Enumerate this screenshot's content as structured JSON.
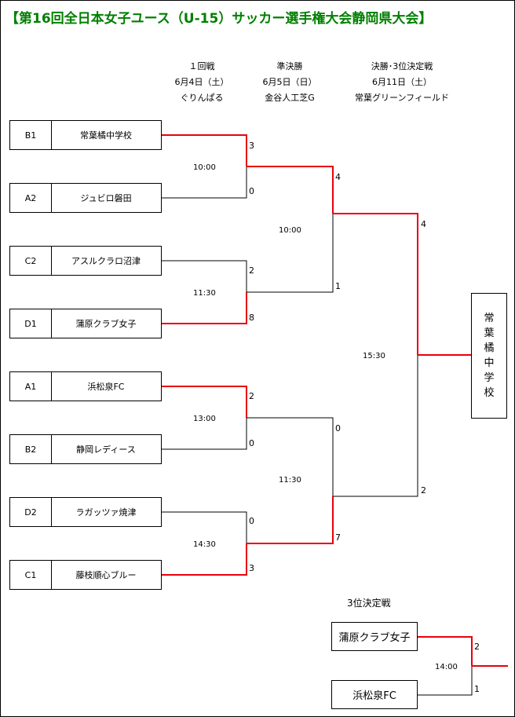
{
  "title": "【第16回全日本女子ユース（U-15）サッカー選手権大会静岡県大会】",
  "rounds": [
    {
      "name": "１回戦",
      "date": "6月4日（土）",
      "venue": "ぐりんぱる"
    },
    {
      "name": "準決勝",
      "date": "6月5日（日）",
      "venue": "金谷人工芝G"
    },
    {
      "name": "決勝･3位決定戦",
      "date": "6月11日（土）",
      "venue": "常葉グリーンフィールド"
    }
  ],
  "teams": [
    {
      "seed": "B1",
      "name": "常葉橘中学校"
    },
    {
      "seed": "A2",
      "name": "ジュビロ磐田"
    },
    {
      "seed": "C2",
      "name": "アスルクラロ沼津"
    },
    {
      "seed": "D1",
      "name": "蒲原クラブ女子"
    },
    {
      "seed": "A1",
      "name": "浜松泉FC"
    },
    {
      "seed": "B2",
      "name": "静岡レディース"
    },
    {
      "seed": "D2",
      "name": "ラガッツァ焼津"
    },
    {
      "seed": "C1",
      "name": "藤枝順心ブルー"
    }
  ],
  "r1_scores": [
    "3",
    "0",
    "2",
    "8",
    "2",
    "0",
    "0",
    "3"
  ],
  "r1_times": [
    "10:00",
    "11:30",
    "13:00",
    "14:30"
  ],
  "sf_scores": [
    "4",
    "1",
    "0",
    "7"
  ],
  "sf_times": [
    "10:00",
    "11:30"
  ],
  "final_scores": [
    "4",
    "2"
  ],
  "final_time": "15:30",
  "champion": [
    "常",
    "葉",
    "橘",
    "中",
    "学",
    "校"
  ],
  "third": {
    "title": "3位決定戦",
    "team1": "蒲原クラブ女子",
    "team2": "浜松泉FC",
    "score1": "2",
    "score2": "1",
    "time": "14:00"
  },
  "colors": {
    "win": "#e8000b",
    "line": "#000000",
    "title": "#008000"
  }
}
